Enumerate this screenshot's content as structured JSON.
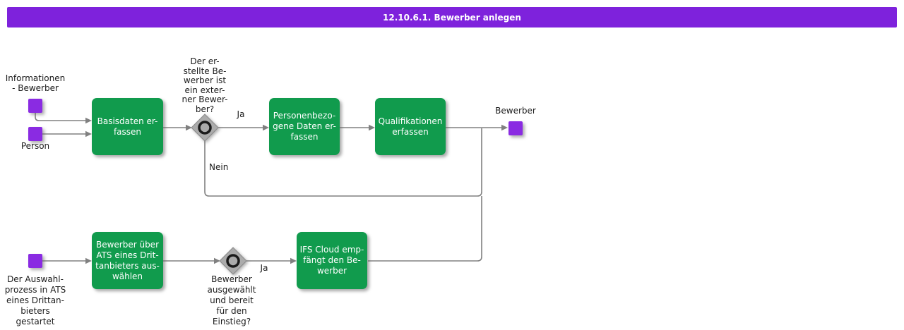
{
  "title": "12.10.6.1. Bewerber anlegen",
  "colors": {
    "title_bar": "#7E22DC",
    "task_green": "#119B4D",
    "event_purple": "#8A2BE2",
    "connector": "#808080",
    "gateway_fill": "#ABABAB",
    "gateway_border": "#8A8A8A",
    "text": "#1B1B1B"
  },
  "events": {
    "informationen": {
      "label": "Informationen\n- Bewerber"
    },
    "person": {
      "label": "Person"
    },
    "ats_start": {
      "label": "Der Auswahl-\nprozess in ATS\neines Drittan-\nbieters gestartet"
    },
    "bewerber_end": {
      "label": "Bewerber"
    }
  },
  "tasks": {
    "basisdaten": {
      "label": "Basisdaten er-\nfassen"
    },
    "personenbezogen": {
      "label": "Personenbezo-\ngene Daten er-\nfassen"
    },
    "qualifikationen": {
      "label": "Qualifikationen\nerfassen"
    },
    "ats_auswahl": {
      "label": "Bewerber über\nATS eines Drit-\ntanbieters aus-\nwählen"
    },
    "ifs_cloud": {
      "label": "IFS Cloud emp-\nfängt den Be-\nwerber"
    }
  },
  "gateways": {
    "externer_bewerber": {
      "question": "Der er-\nstellte Be-\nwerber ist\nein exter-\nner Bewer-\nber?",
      "yes_label": "Ja",
      "no_label": "Nein"
    },
    "einstieg": {
      "question": "Bewerber\nausgewählt\nund bereit\nfür den\nEinstieg?",
      "yes_label": "Ja"
    }
  }
}
